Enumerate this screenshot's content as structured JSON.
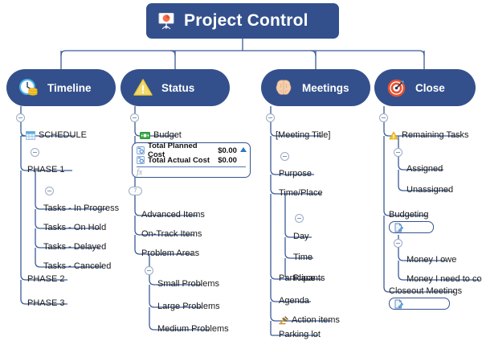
{
  "root": {
    "label": "Project Control",
    "icon": "presentation-chart-icon"
  },
  "branches": [
    {
      "id": "timeline",
      "label": "Timeline",
      "icon": "clock-coins-icon"
    },
    {
      "id": "status",
      "label": "Status",
      "icon": "warning-triangle-icon"
    },
    {
      "id": "meetings",
      "label": "Meetings",
      "icon": "brain-icon"
    },
    {
      "id": "close",
      "label": "Close",
      "icon": "target-arrow-icon"
    }
  ],
  "timeline": {
    "schedule": {
      "label": "SCHEDULE",
      "icon": "spreadsheet-icon"
    },
    "phases": [
      {
        "label": "PHASE 1",
        "tasks": [
          "Tasks - In Progress",
          "Tasks - On Hold",
          "Tasks - Delayed",
          "Tasks - Canceled"
        ]
      },
      {
        "label": "PHASE 2",
        "tasks": []
      },
      {
        "label": "PHASE 3",
        "tasks": []
      }
    ]
  },
  "status": {
    "budget": {
      "label": "Budget",
      "icon": "money-icon"
    },
    "cost_panel": {
      "rows": [
        {
          "icon": "calc-gear-icon",
          "name": "Total Planned Cost",
          "value": "$0.00"
        },
        {
          "icon": "calc-gear-icon",
          "name": "Total Actual Cost",
          "value": "$0.00"
        }
      ],
      "formula_placeholder": "fx",
      "collapse_badge": "7"
    },
    "items": [
      "Advanced Items",
      "On-Track Items",
      "Problem Areas"
    ],
    "problems": [
      "Small Problems",
      "Large Problems",
      "Medium Problems"
    ]
  },
  "meetings": {
    "title": "[Meeting Title]",
    "items": [
      {
        "label": "Purpose"
      },
      {
        "label": "Time/Place"
      },
      {
        "label": "Participants"
      },
      {
        "label": "Agenda"
      },
      {
        "label": "Action items",
        "icon": "gavel-icon"
      },
      {
        "label": "Parking lot"
      }
    ],
    "time_place": [
      "Day",
      "Time",
      "Place"
    ]
  },
  "close": {
    "remaining": {
      "label": "Remaining Tasks",
      "icon": "warning-triangle-icon"
    },
    "remaining_items": [
      "Assigned",
      "Unassigned"
    ],
    "budgeting": {
      "label": "Budgeting",
      "note_icon": "note-edit-icon"
    },
    "money": [
      "Money I owe",
      "Money I need to collect"
    ],
    "closeout": {
      "label": "Closeout Meetings",
      "note_icon": "note-edit-icon"
    }
  },
  "colors": {
    "node_blue": "#33508c",
    "wire_blue": "#3a5a96",
    "text_dark": "#1a1a1a",
    "warning_yellow": "#f2c230",
    "money_green": "#3dab4a",
    "accent_orange": "#e8502f",
    "panel_border": "#36538e"
  }
}
